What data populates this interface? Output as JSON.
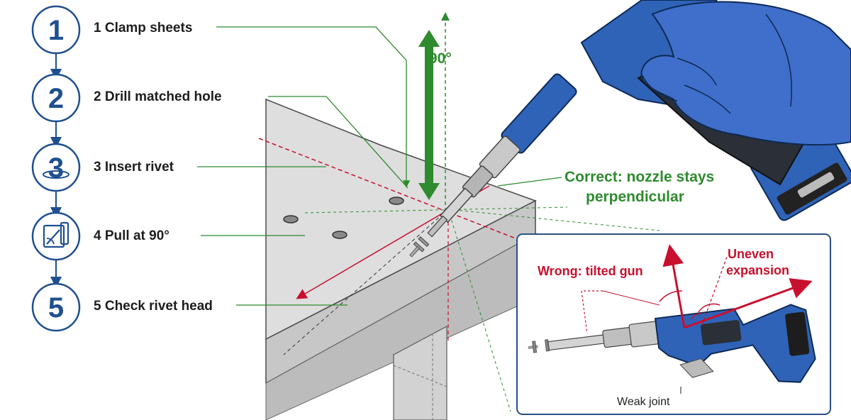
{
  "steps": [
    {
      "number": "1",
      "label": "1 Clamp sheets"
    },
    {
      "number": "2",
      "label": "2 Drill matched hole"
    },
    {
      "number": "3",
      "label": "3 Insert rivet"
    },
    {
      "number": "",
      "label": "4 Pull at 90°"
    },
    {
      "number": "5",
      "label": "5 Check rivet head"
    }
  ],
  "main": {
    "angle_label": "90°",
    "correct_line1": "Correct: nozzle stays",
    "correct_line2": "perpendicular"
  },
  "inset": {
    "wrong_label": "Wrong: tilted gun",
    "uneven_line1": "Uneven",
    "uneven_line2": "expansion",
    "weak_label": "Weak joint"
  },
  "colors": {
    "step_blue": "#1f4f8f",
    "tool_blue": "#2f63b8",
    "green": "#2e8b2e",
    "red": "#c8102e",
    "inset_border": "#2a4f86"
  },
  "icons": [
    "insert-rivet-icon",
    "pull-tool-icon",
    "glove-hand-icon",
    "rivet-gun-icon"
  ]
}
